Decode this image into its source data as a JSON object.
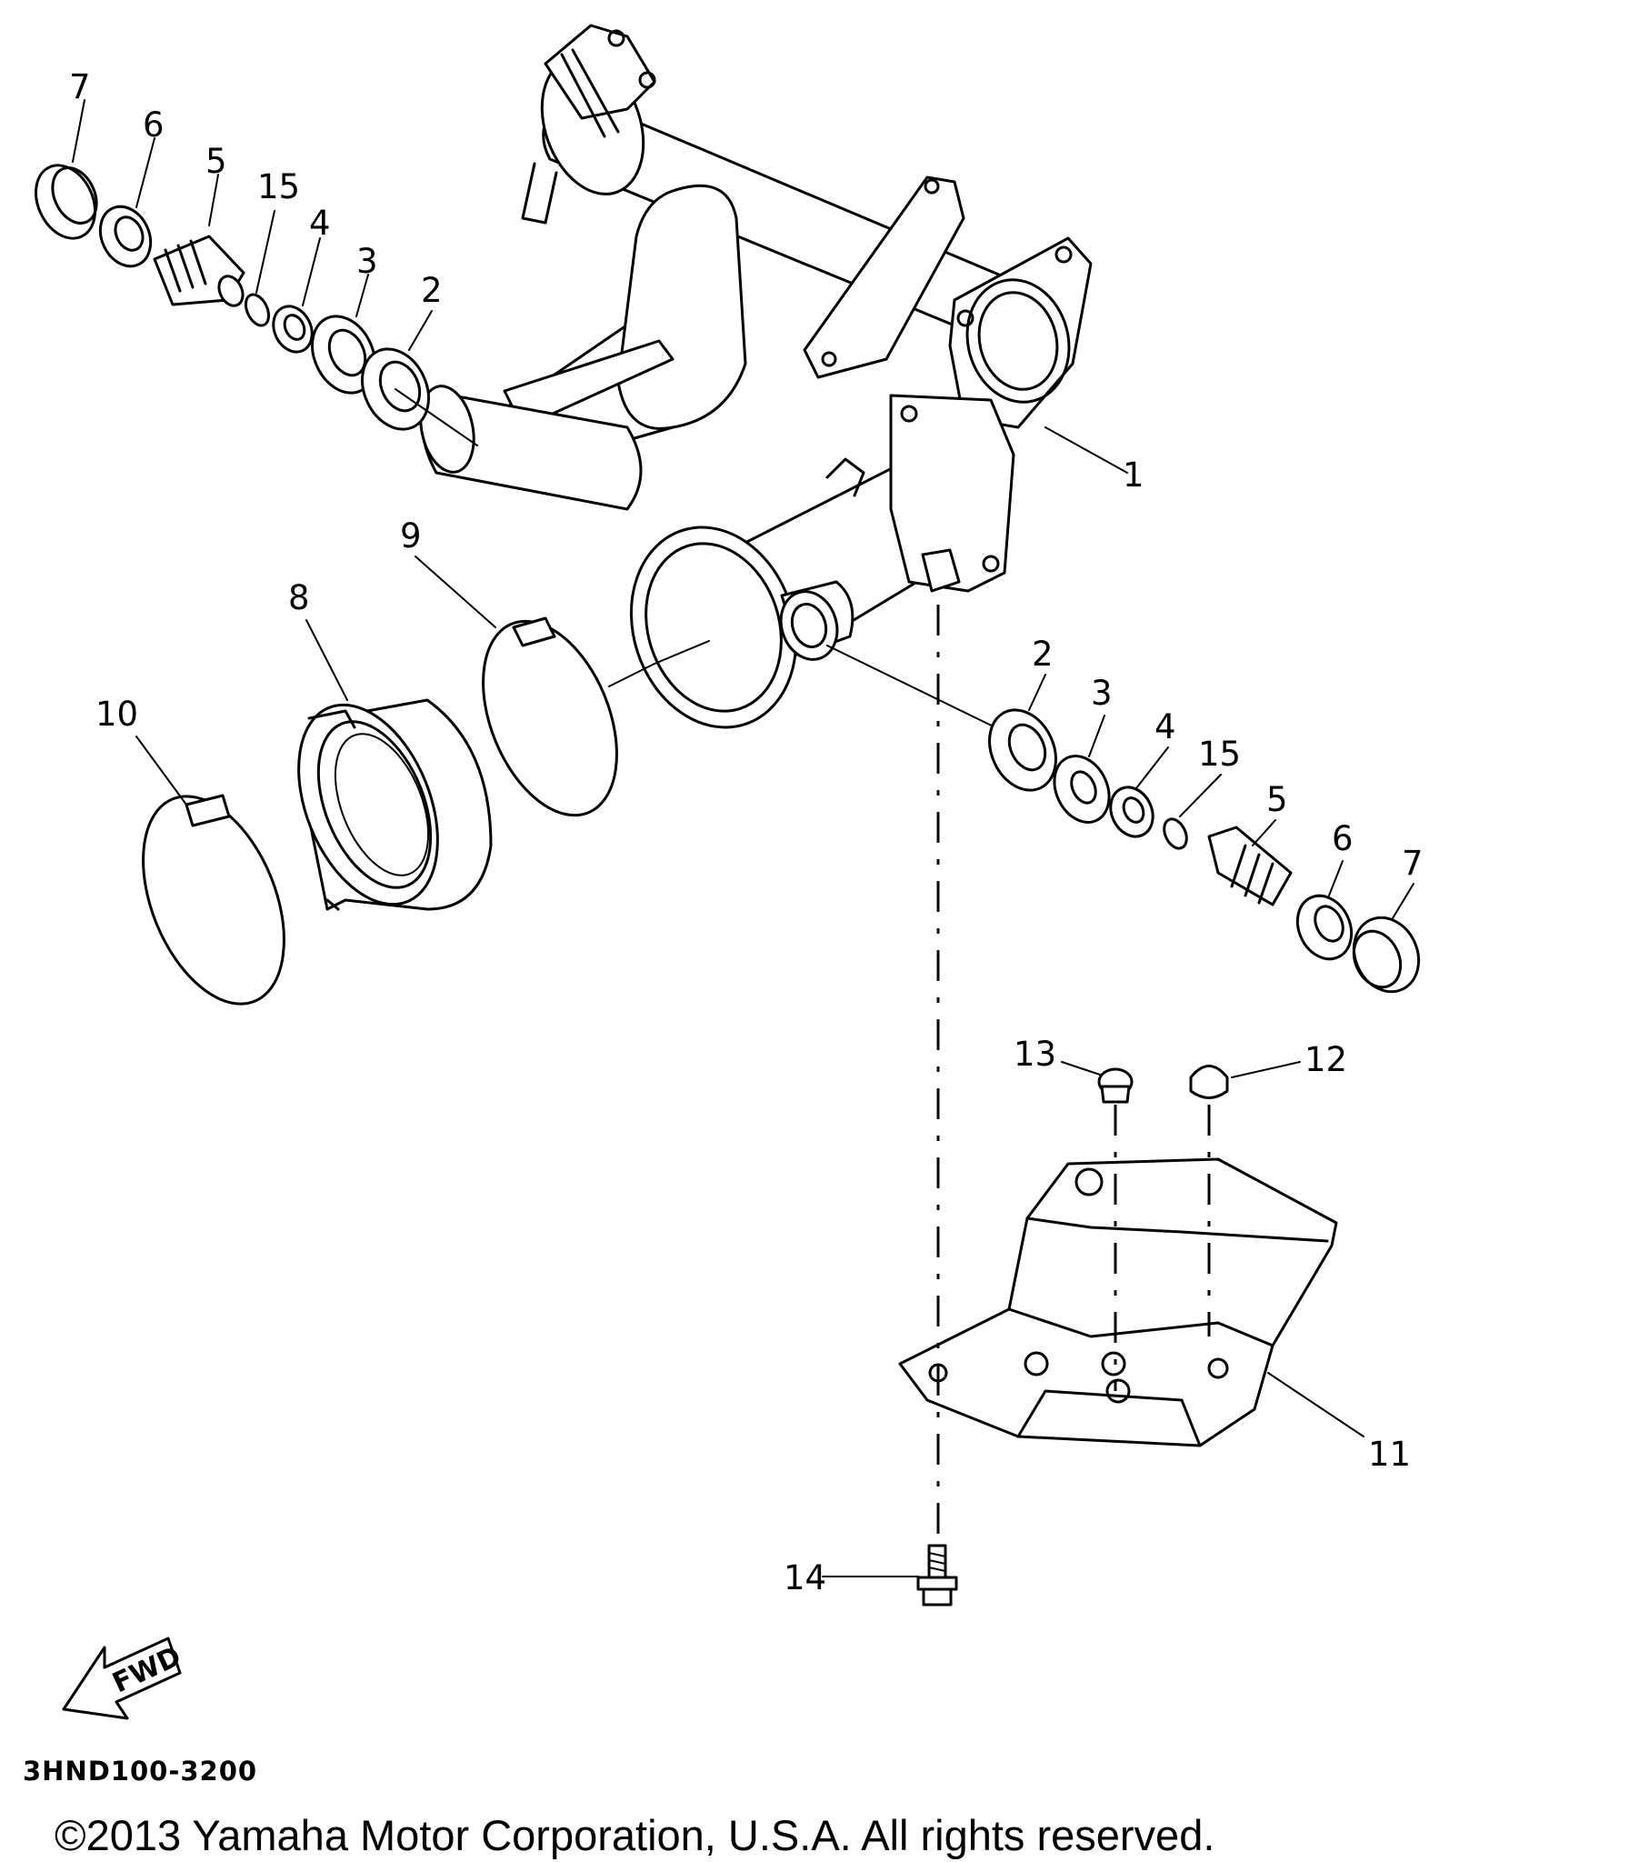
{
  "diagram": {
    "drawing_code": "3HND100-3200",
    "copyright": "©2013 Yamaha Motor Corporation, U.S.A. All rights reserved.",
    "direction_arrow": {
      "label": "FWD",
      "icon": "fwd-arrow-icon"
    },
    "callouts": {
      "c1": "1",
      "c2a": "2",
      "c3a": "3",
      "c4a": "4",
      "c15a": "15",
      "c5a": "5",
      "c6a": "6",
      "c7a": "7",
      "c2b": "2",
      "c3b": "3",
      "c4b": "4",
      "c15b": "15",
      "c5b": "5",
      "c6b": "6",
      "c7b": "7",
      "c8": "8",
      "c9": "9",
      "c10": "10",
      "c11": "11",
      "c12": "12",
      "c13": "13",
      "c14": "14"
    }
  }
}
